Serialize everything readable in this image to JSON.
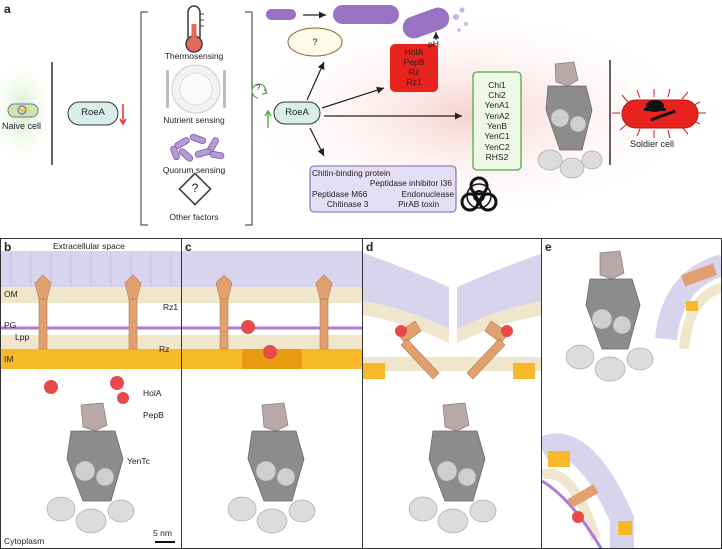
{
  "panel_a": {
    "letter": "a",
    "naive_cell": "Naive cell",
    "roea_left": "RoeA",
    "signals": [
      "Thermosensing",
      "Nutrient sensing",
      "Quorum sensing",
      "Other factors"
    ],
    "question_mark": "?",
    "question_small": "?",
    "roea_center": "RoeA",
    "lysis_box": [
      "HolA",
      "PepB",
      "Rz",
      "Rz1"
    ],
    "yen_box": [
      "Chi1",
      "Chi2",
      "YenA1",
      "YenA2",
      "YenB",
      "YenC1",
      "YenC2",
      "RHS2"
    ],
    "ph_label": "pH",
    "other_box": {
      "line1": "Chitin-binding protein",
      "line2": "Peptidase inhibitor I36",
      "line3a": "Peptidase M66",
      "line3b": "Endonuclease",
      "line4a": "Chitinase 3",
      "line4b": "PirAB toxin"
    },
    "soldier_cell": "Soldier cell"
  },
  "panel_b": {
    "letter": "b",
    "extracellular": "Extracellular space",
    "om": "OM",
    "pg": "PG",
    "lpp": "Lpp",
    "im": "IM",
    "rz1": "Rz1",
    "rz": "Rz",
    "hola": "HolA",
    "pepb": "PepB",
    "yentc": "YenTc",
    "cytoplasm": "Cytoplasm",
    "scale": "5 nm"
  },
  "panel_c": {
    "letter": "c"
  },
  "panel_d": {
    "letter": "d"
  },
  "panel_e": {
    "letter": "e"
  },
  "colors": {
    "lysis_red": "#e8221c",
    "roea_fill": "#d8eeea",
    "yen_border": "#55a84a",
    "purple": "#9a72c4",
    "membrane_lilac": "#d9d4ee",
    "im_orange": "#f7b928",
    "rz_orange": "#e0a070",
    "yentc_grey": "#8c8c8c"
  }
}
